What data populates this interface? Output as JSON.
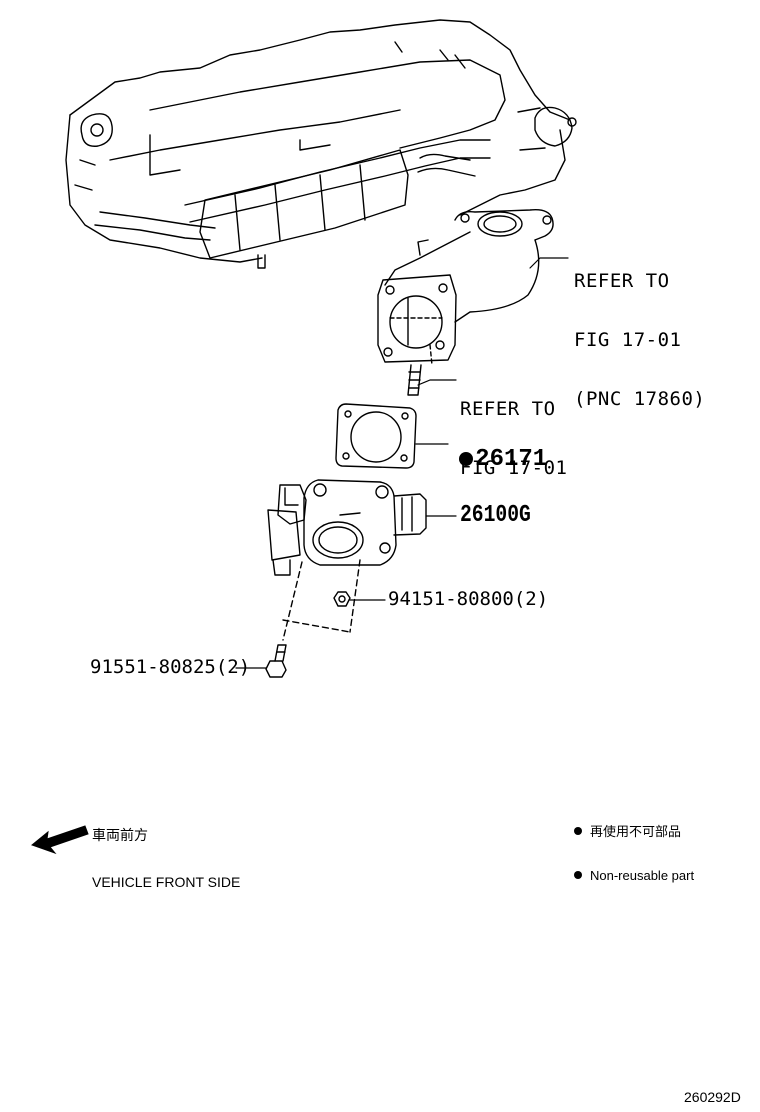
{
  "callouts": {
    "refer_upper": [
      "REFER TO",
      "FIG 17-01",
      "(PNC 17860)"
    ],
    "refer_lower": [
      "REFER TO",
      "FIG 17-01"
    ],
    "gasket": "26171",
    "throttle_body": "26100G",
    "nut": "94151-80800(2)",
    "bolt": "91551-80825(2)"
  },
  "direction": {
    "jp": "車両前方",
    "en": "VEHICLE FRONT SIDE"
  },
  "legend": {
    "jp": "再使用不可部品",
    "en": "Non-reusable part"
  },
  "figure_code": "260292D",
  "icons": {
    "non_reusable": "filled-circle",
    "front_direction": "arrow-left-down"
  }
}
